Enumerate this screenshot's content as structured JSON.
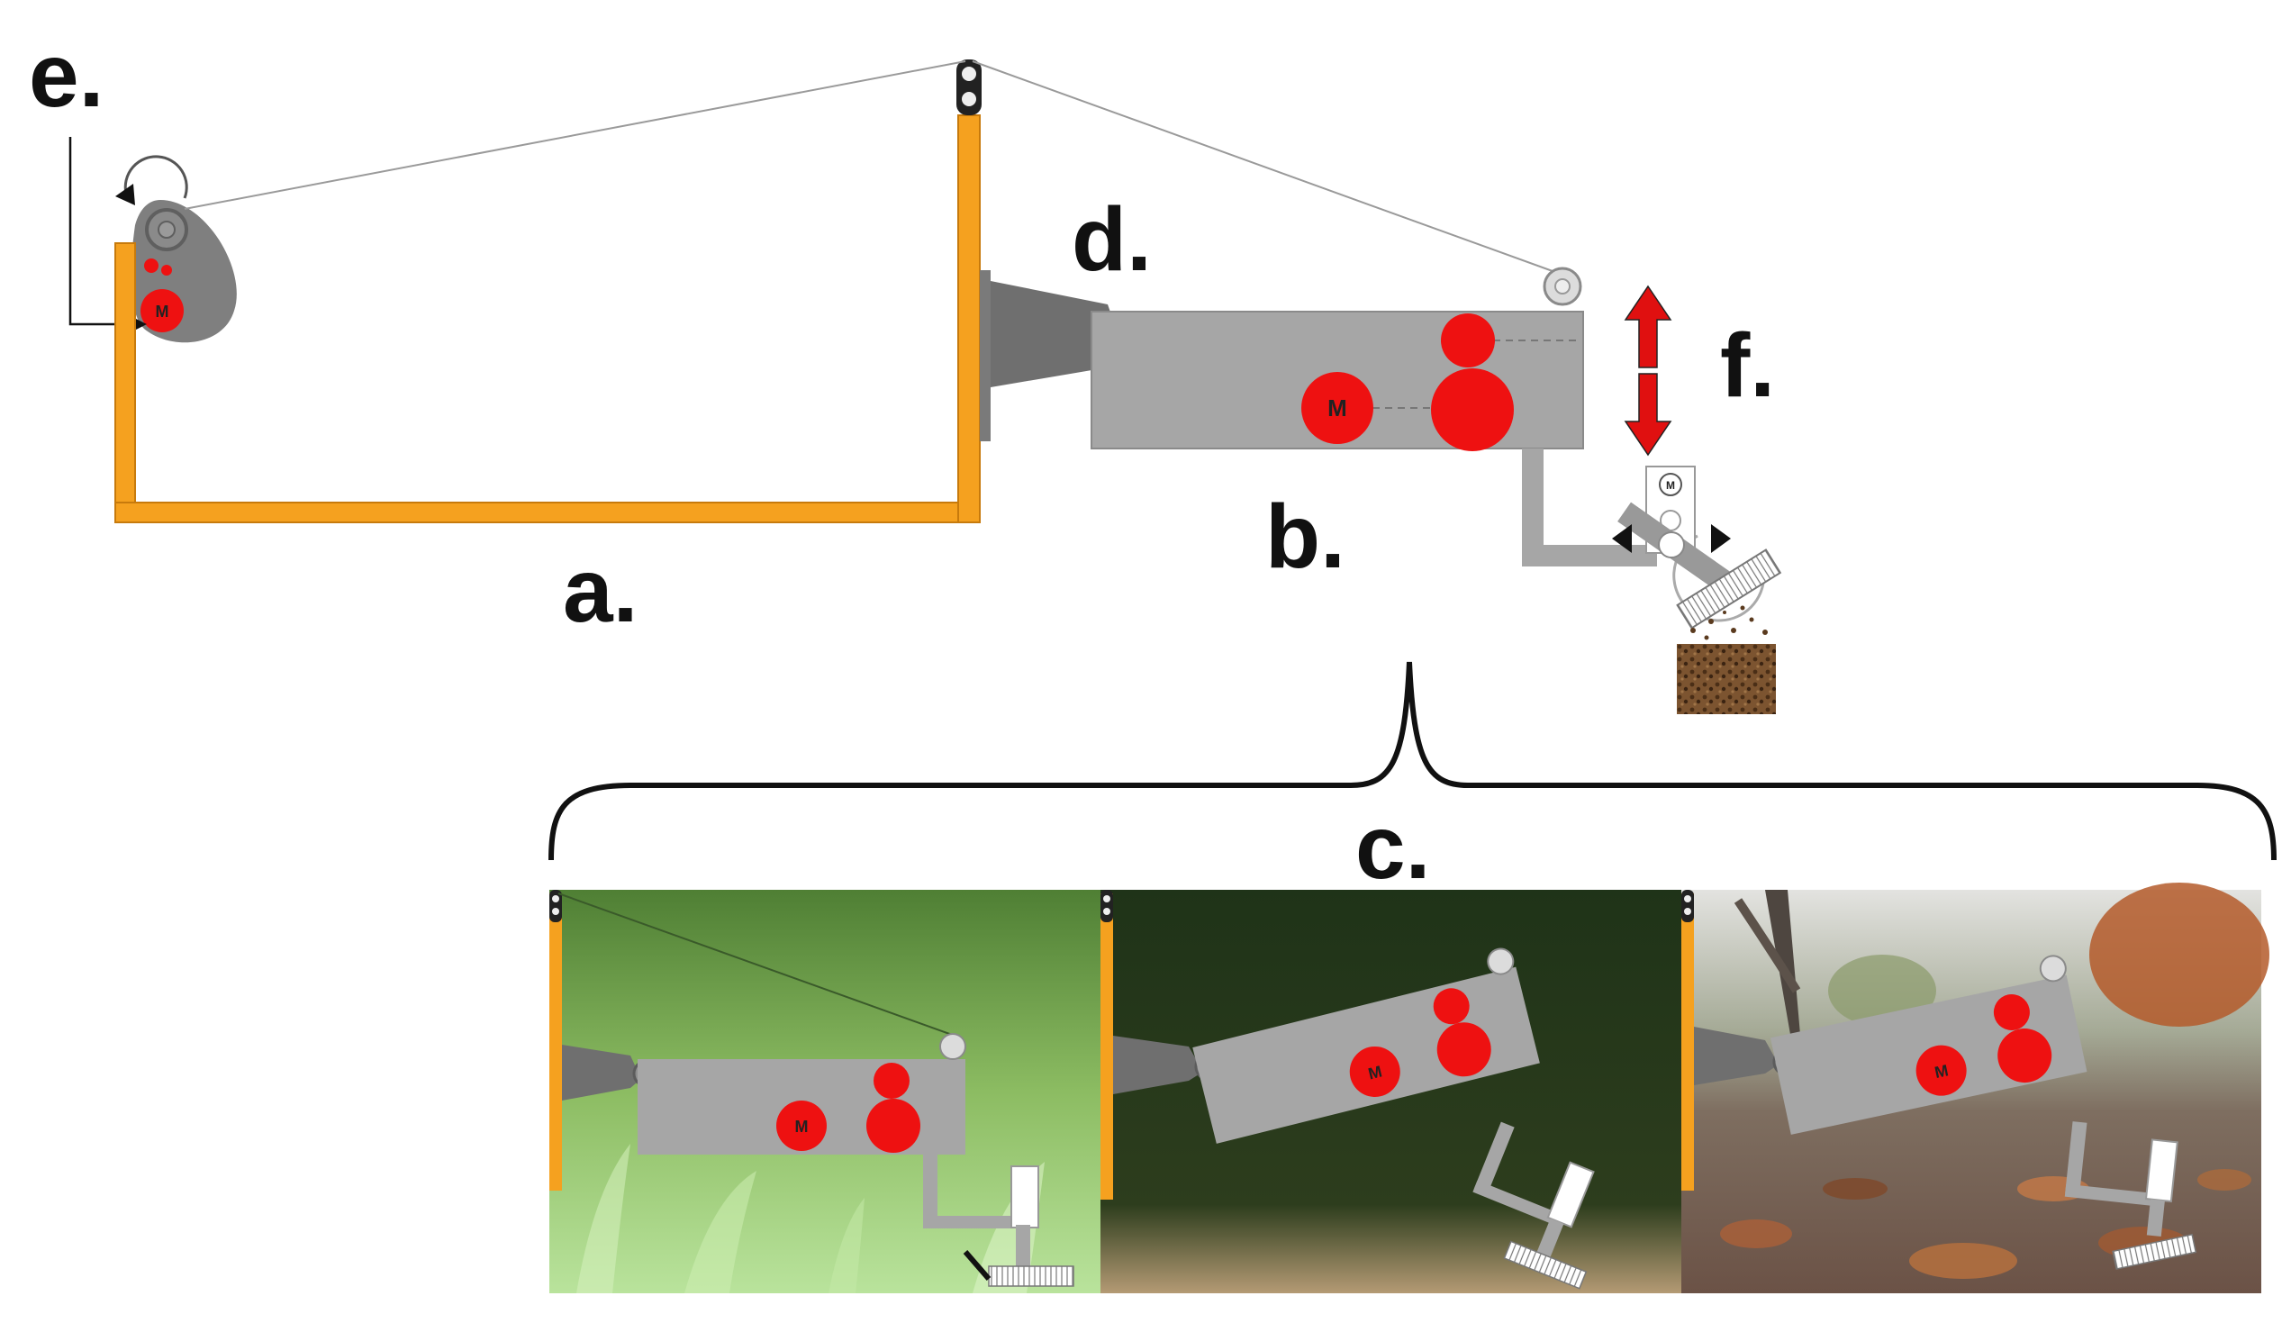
{
  "labels": {
    "a": "a.",
    "b": "b.",
    "c": "c.",
    "d": "d.",
    "e": "e.",
    "f": "f."
  },
  "motor_symbol": "M",
  "colors": {
    "frame_orange": "#f5a11f",
    "housing_gray": "#a6a6a6",
    "dark_gray": "#7a7a7a",
    "motor_red": "#ee1111",
    "arrow_red": "#e01010",
    "soil_brown": "#6b4426",
    "photo_grass": "#5f9a3c",
    "photo_dark": "#203417",
    "photo_leaves": "#8a7a6a"
  },
  "icons": {
    "rotation_arrow": "circular-arrow-icon",
    "vertical_motion": "double-arrow-icon",
    "pulley": "pulley-icon"
  }
}
